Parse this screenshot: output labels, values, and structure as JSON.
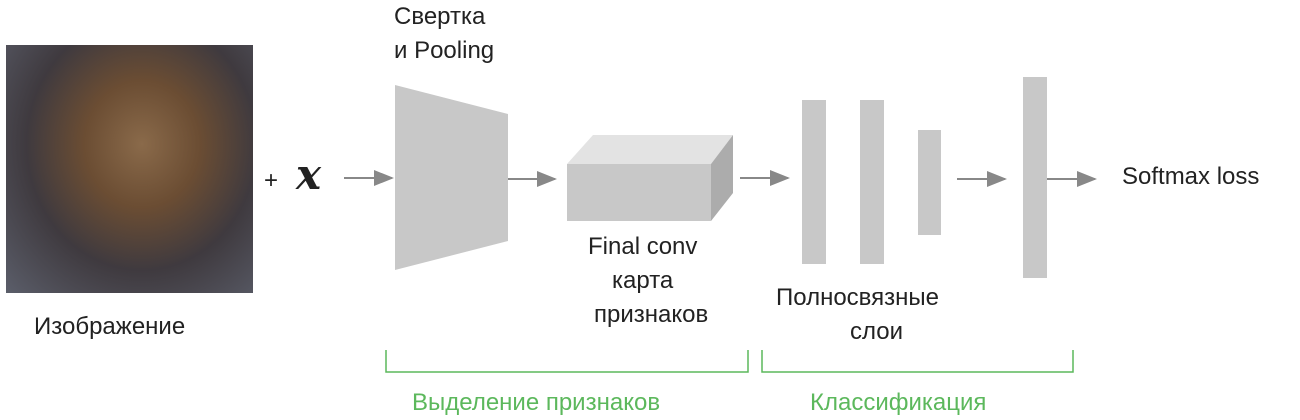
{
  "image_label": "Изображение",
  "plus_x": {
    "plus": "+",
    "x": "x"
  },
  "conv_label": [
    "Свертка",
    "и Pooling"
  ],
  "feature_map_label": [
    "Final conv",
    "карта",
    "признаков"
  ],
  "fc_label": [
    "Полносвязные",
    "слои"
  ],
  "output_label": "Softmax loss",
  "groups": {
    "feature_extraction": "Выделение признаков",
    "classification": "Классификация"
  },
  "colors": {
    "shape": "#c8c8c8",
    "arrow": "#888888",
    "bracket": "#5cb85c"
  }
}
